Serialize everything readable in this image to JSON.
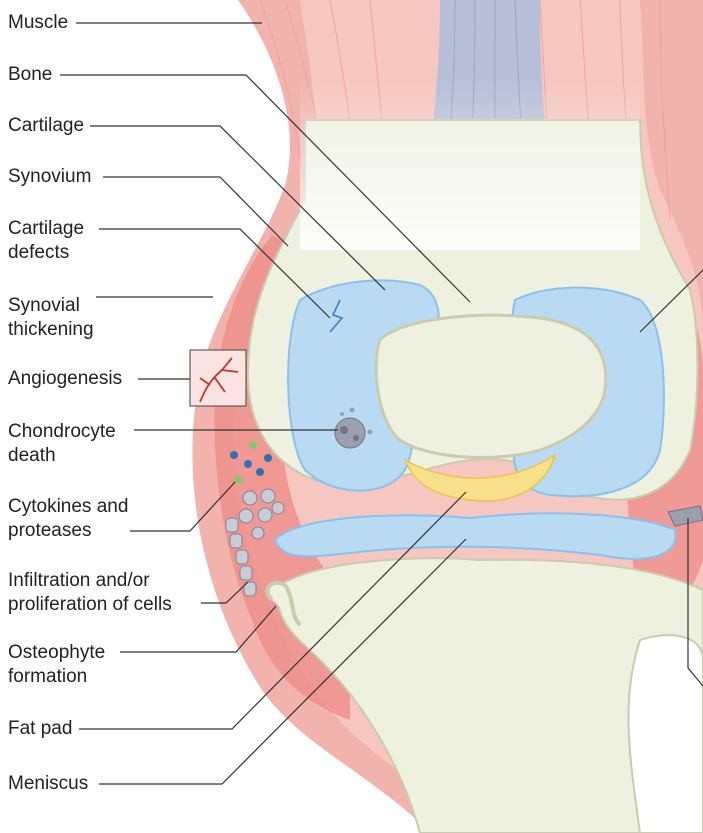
{
  "labels": {
    "muscle": "Muscle",
    "bone": "Bone",
    "cartilage": "Cartilage",
    "synovium": "Synovium",
    "cartilage_defects": "Cartilage\ndefects",
    "synovial_thickening": "Synovial\nthickening",
    "angiogenesis": "Angiogenesis",
    "chondrocyte_death": "Chondrocyte\ndeath",
    "cytokines_proteases": "Cytokines and\nproteases",
    "infiltration": "Infiltration and/or\nproliferation of cells",
    "osteophyte": "Osteophyte\nformation",
    "fat_pad": "Fat pad",
    "meniscus": "Meniscus"
  },
  "colors": {
    "muscle": "#f2b3ad",
    "synovium": "#f7c6c1",
    "bone": "#eef0e0",
    "bone_outline": "#c9ccad",
    "cartilage": "#b9daf3",
    "fat_pad": "#f8e08a",
    "tendon": "#b7bfd8",
    "vessel": "#c0392b",
    "line": "#333333"
  },
  "icons": {
    "angiogenesis": "blood-vessel-icon",
    "chondrocyte_death": "dying-cell-icon",
    "cytokines": "dots-icon",
    "infiltration": "cell-chain-icon"
  }
}
